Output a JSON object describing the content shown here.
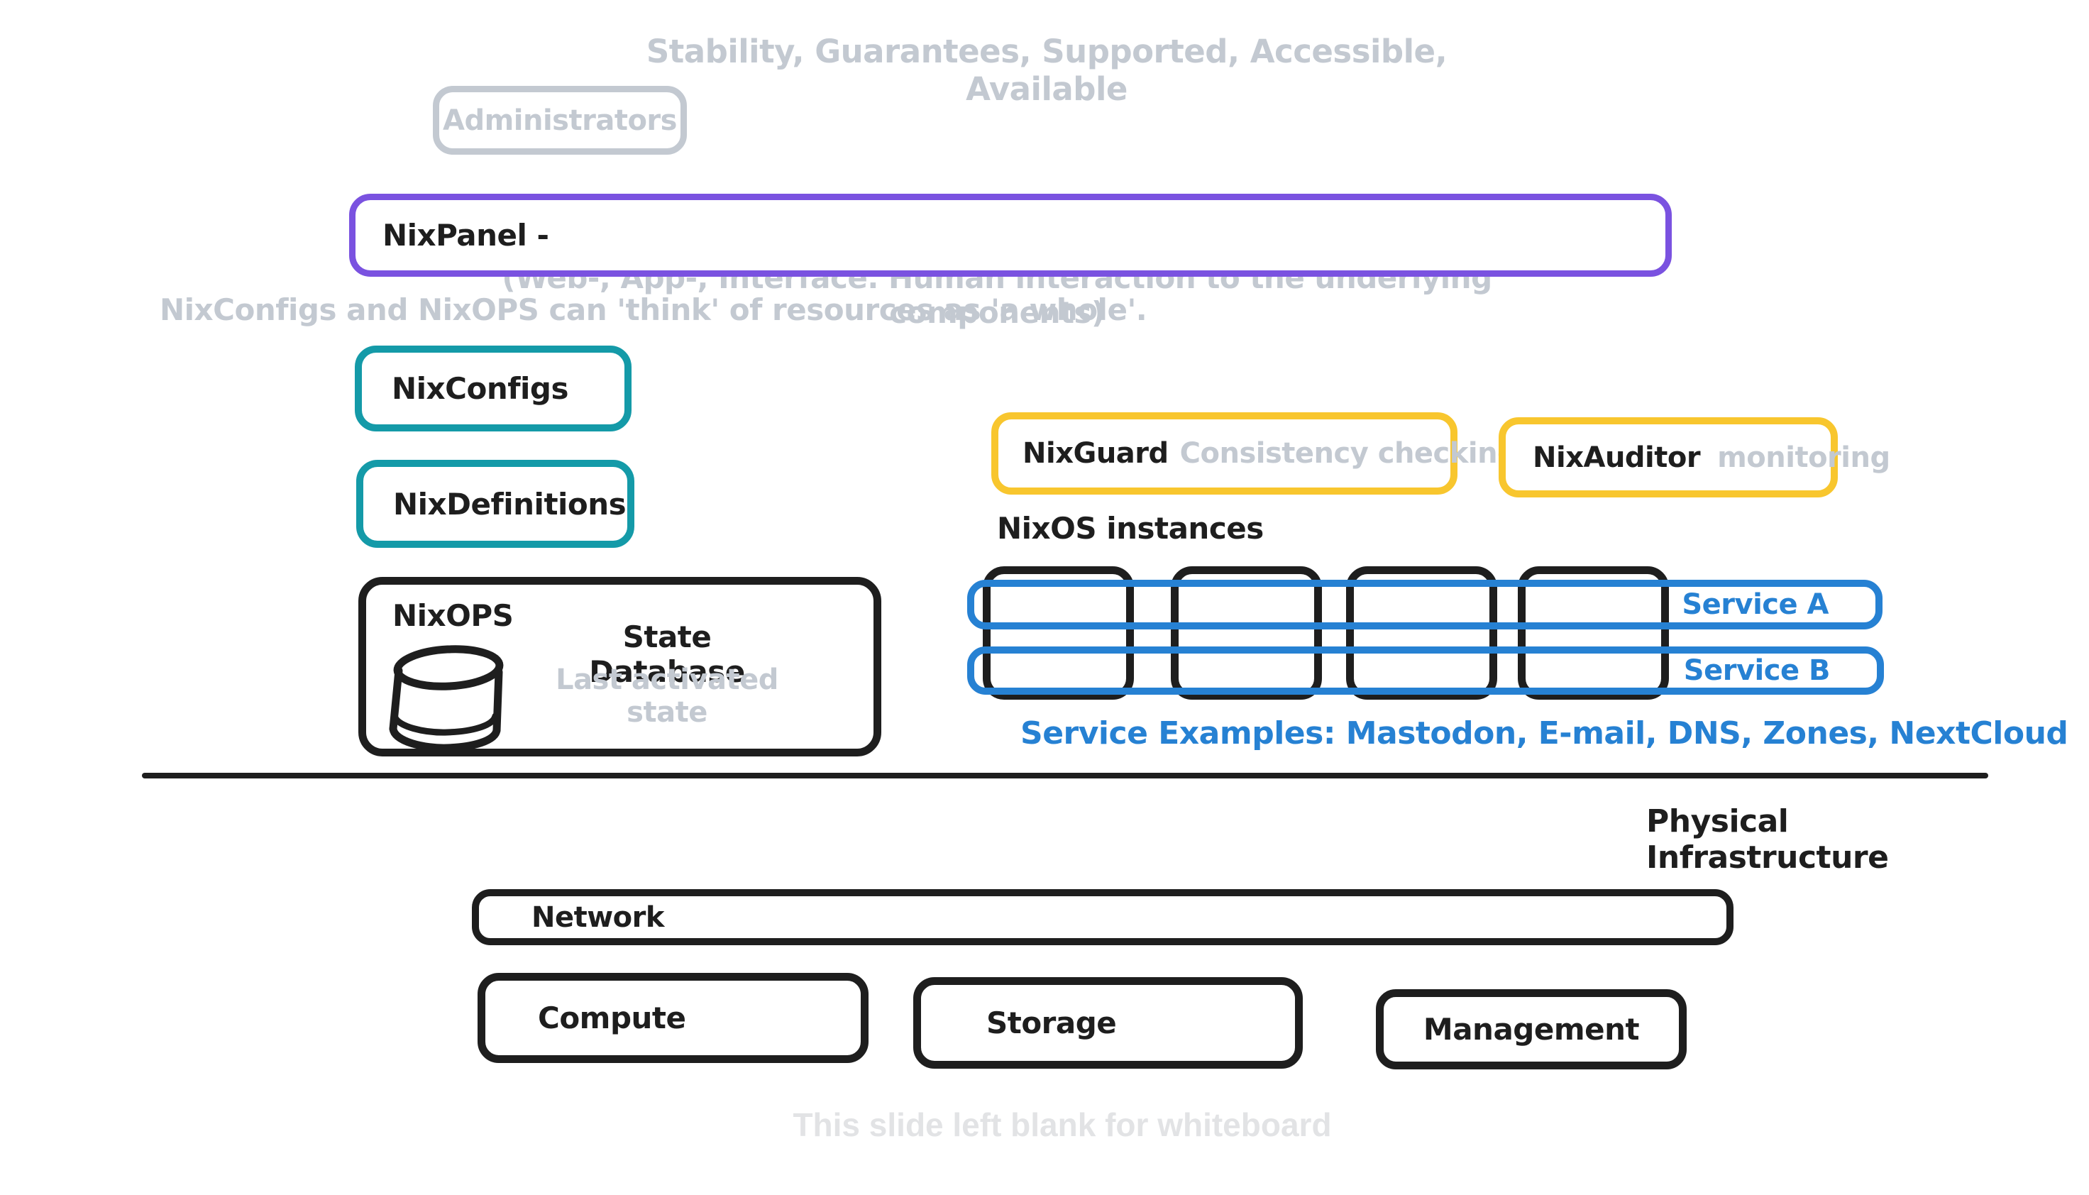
{
  "colors": {
    "gray": "#c3c9d1",
    "faint": "#e2e3e5",
    "purple": "#7a52e0",
    "teal": "#149aa8",
    "yellow": "#f8c62e",
    "blue": "#2681d3",
    "ink": "#1e1e1e"
  },
  "captions": {
    "top": "Stability, Guarantees, Supported, Accessible, Available",
    "nixpanel_subtitle": "(Web-, App-, Interface. Human interaction to the underlying components)",
    "configs_note": "NixConfigs and NixOPS can 'think' of resources as 'a whole'.",
    "nixos_instances": "NixOS instances",
    "service_examples": "Service Examples: Mastodon, E-mail, DNS, Zones, NextCloud",
    "physical_infrastructure": "Physical Infrastructure",
    "bottom_note": "This slide left blank for whiteboard"
  },
  "boxes": {
    "administrators": {
      "label": "Administrators"
    },
    "nixpanel": {
      "label": "NixPanel -"
    },
    "nixconfigs": {
      "label": "NixConfigs"
    },
    "nixdefinitions": {
      "label": "NixDefinitions"
    },
    "nixops": {
      "label": "NixOPS",
      "title": "State Database",
      "subtitle": "Last activated state"
    },
    "nixguard": {
      "label": "NixGuard",
      "note": "Consistency checking"
    },
    "nixauditor": {
      "label": "NixAuditor",
      "note": "monitoring"
    },
    "service_a": {
      "label": "Service A"
    },
    "service_b": {
      "label": "Service B"
    },
    "network": {
      "label": "Network"
    },
    "compute": {
      "label": "Compute"
    },
    "storage": {
      "label": "Storage"
    },
    "management": {
      "label": "Management"
    }
  },
  "nixos_instance_count": 4,
  "icons": {
    "database": "database-icon"
  }
}
